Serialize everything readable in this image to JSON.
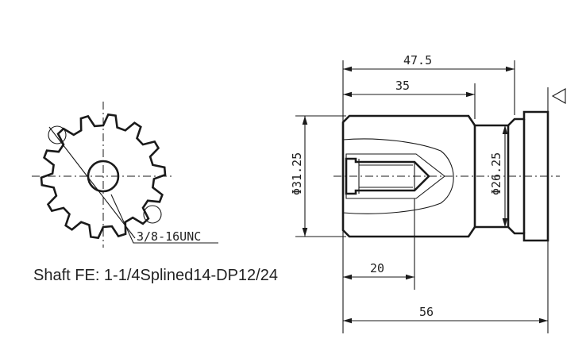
{
  "caption": "Shaft FE: 1-1/4Splined14-DP12/24",
  "callout": {
    "thread": "3/8-16UNC"
  },
  "dimensions": {
    "overall_top": "47.5",
    "recess_top": "35",
    "body_diameter": "Φ31.25",
    "neck_diameter": "Φ26.25",
    "bore_depth": "20",
    "overall_bottom": "56"
  },
  "spline": {
    "teeth": 14,
    "pitch": "12/24"
  }
}
